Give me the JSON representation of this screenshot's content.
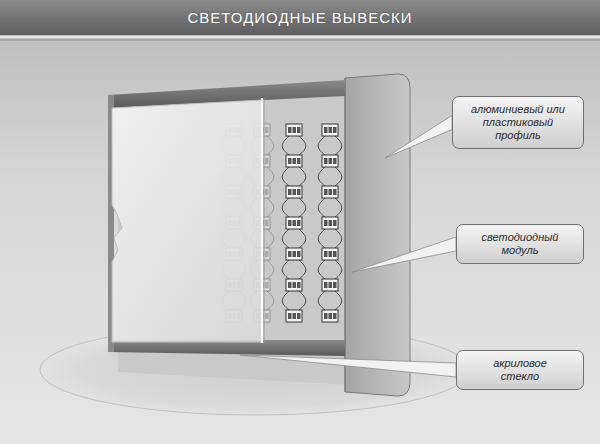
{
  "diagram": {
    "title": "СВЕТОДИОДНЫЕ ВЫВЕСКИ",
    "nodes": [
      {
        "text": [
          "алюминиевый или пластиковый профиль"
        ]
      },
      {
        "text": [
          "светодиодный модуль"
        ]
      },
      {
        "text": [
          "акриловое стекло"
        ]
      }
    ]
  }
}
